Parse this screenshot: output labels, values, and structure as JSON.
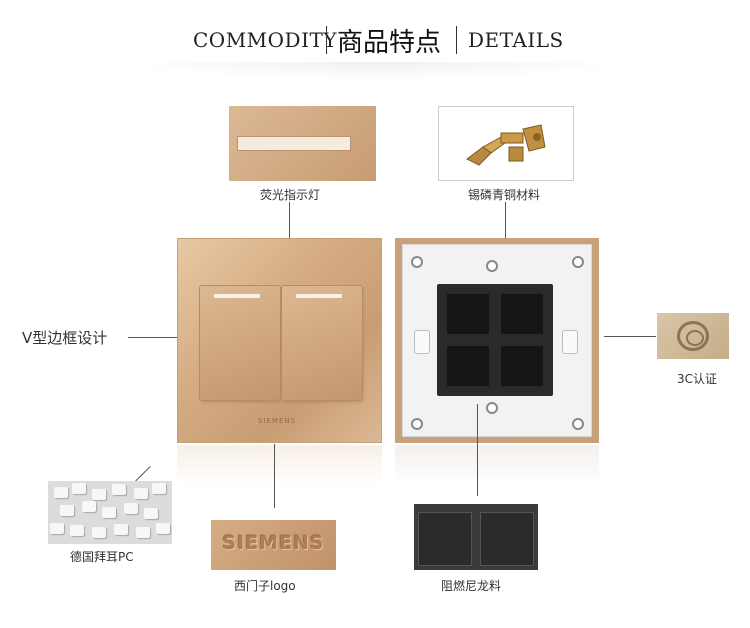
{
  "header": {
    "left": "COMMODITY",
    "center": "商品特点",
    "right": "DETAILS"
  },
  "labels": {
    "indicator_light": "荧光指示灯",
    "copper_material": "锡磷青铜材料",
    "v_frame": "V型边框设计",
    "certification": "3C认证",
    "pc_material": "德国拜耳PC",
    "siemens_logo": "西门子logo",
    "nylon_material": "阻燃尼龙料"
  },
  "panel": {
    "brand": "SIEMENS"
  },
  "logo_sample": {
    "text": "SIEMENS"
  },
  "colors": {
    "panel_gold": "#d4ab82",
    "back_white": "#f2f2f2",
    "mechanism_black": "#2a2a2a"
  }
}
